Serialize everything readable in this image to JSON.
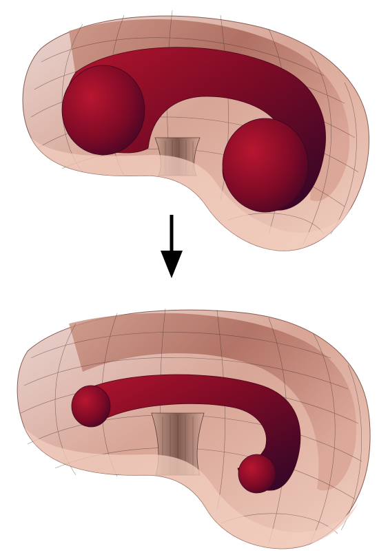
{
  "figure": {
    "panels": [
      {
        "id": "before",
        "inner_tube": "thick"
      },
      {
        "id": "after",
        "inner_tube": "thin"
      }
    ],
    "transition_arrow": {
      "direction": "down"
    },
    "colors": {
      "background": "#ffffff",
      "outer_shell_light": "#f4d3c6",
      "outer_shell_mid": "#d9a08f",
      "outer_shell_dark": "#9e5a4d",
      "inner_tube_light": "#b0122b",
      "inner_tube_mid": "#7a0a24",
      "inner_tube_dark": "#2a0626",
      "mesh_line": "#3a2a26",
      "arrow": "#000000"
    }
  }
}
